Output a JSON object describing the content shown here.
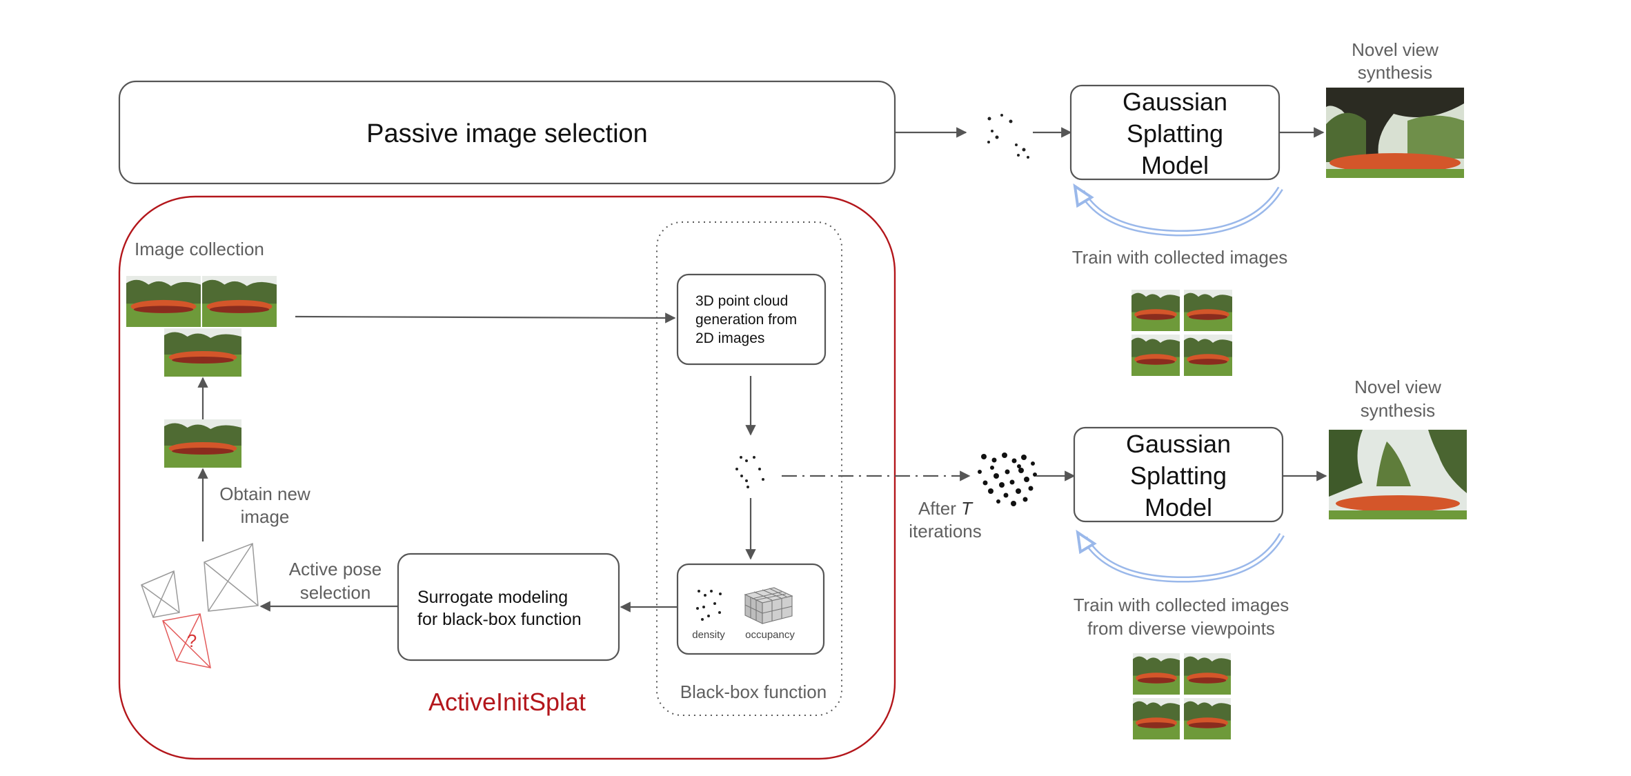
{
  "passive": {
    "label": "Passive image selection"
  },
  "top_model": {
    "line1": "Gaussian",
    "line2": "Splatting",
    "line3": "Model"
  },
  "bottom_model": {
    "line1": "Gaussian",
    "line2": "Splatting",
    "line3": "Model"
  },
  "top_output": {
    "line1": "Novel view",
    "line2": "synthesis"
  },
  "bottom_output": {
    "line1": "Novel view",
    "line2": "synthesis"
  },
  "top_train": {
    "line1": "Train with collected images"
  },
  "bottom_train": {
    "line1": "Train with collected images",
    "line2": "from diverse viewpoints"
  },
  "image_collection": {
    "label": "Image collection"
  },
  "obtain": {
    "line1": "Obtain new",
    "line2": "image"
  },
  "active_pose": {
    "line1": "Active pose",
    "line2": "selection"
  },
  "pc_gen": {
    "line1": "3D point cloud",
    "line2": "generation from",
    "line3": "2D images"
  },
  "surrogate": {
    "line1": "Surrogate modeling",
    "line2": "for black-box function"
  },
  "density_label": "density",
  "occupancy_label": "occupancy",
  "question_mark": "?",
  "blackbox": {
    "label": "Black-box function"
  },
  "after": {
    "prefix": "After",
    "var": "T",
    "line2": "iterations"
  },
  "method": {
    "label": "ActiveInitSplat"
  },
  "colors": {
    "method_red": "#b3161b",
    "arrow_gray": "#555555",
    "loop_blue": "#9ab8ea",
    "camera_red": "#e35a5a",
    "grass": "#6e9a3a",
    "flowers": "#d4562a",
    "sky": "#e7ebe6",
    "trees": "#4f6b33"
  }
}
